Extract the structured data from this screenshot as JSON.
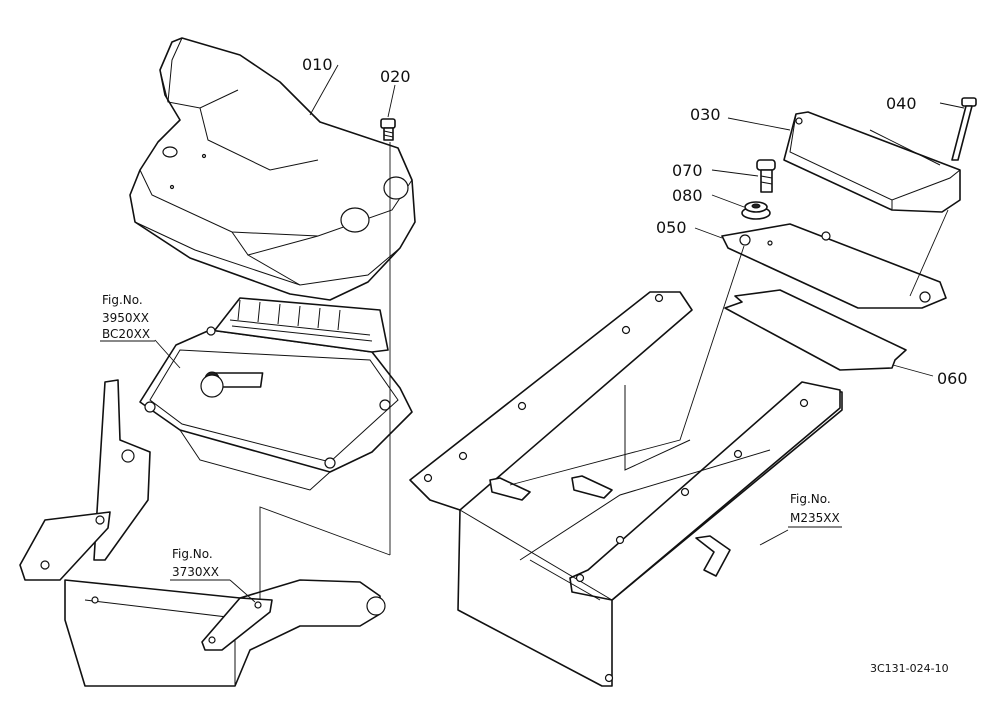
{
  "callouts": {
    "p010": "010",
    "p020": "020",
    "p030": "030",
    "p040": "040",
    "p050": "050",
    "p060": "060",
    "p070": "070",
    "p080": "080"
  },
  "fig_refs": {
    "ecu": {
      "line1": "Fig.No.",
      "line2": "3950XX",
      "line3": "BC20XX"
    },
    "bracket": {
      "line1": "Fig.No.",
      "line2": "3730XX"
    },
    "tray": {
      "line1": "Fig.No.",
      "line2": "M235XX"
    }
  },
  "drawing_id": "3C131-024-10"
}
